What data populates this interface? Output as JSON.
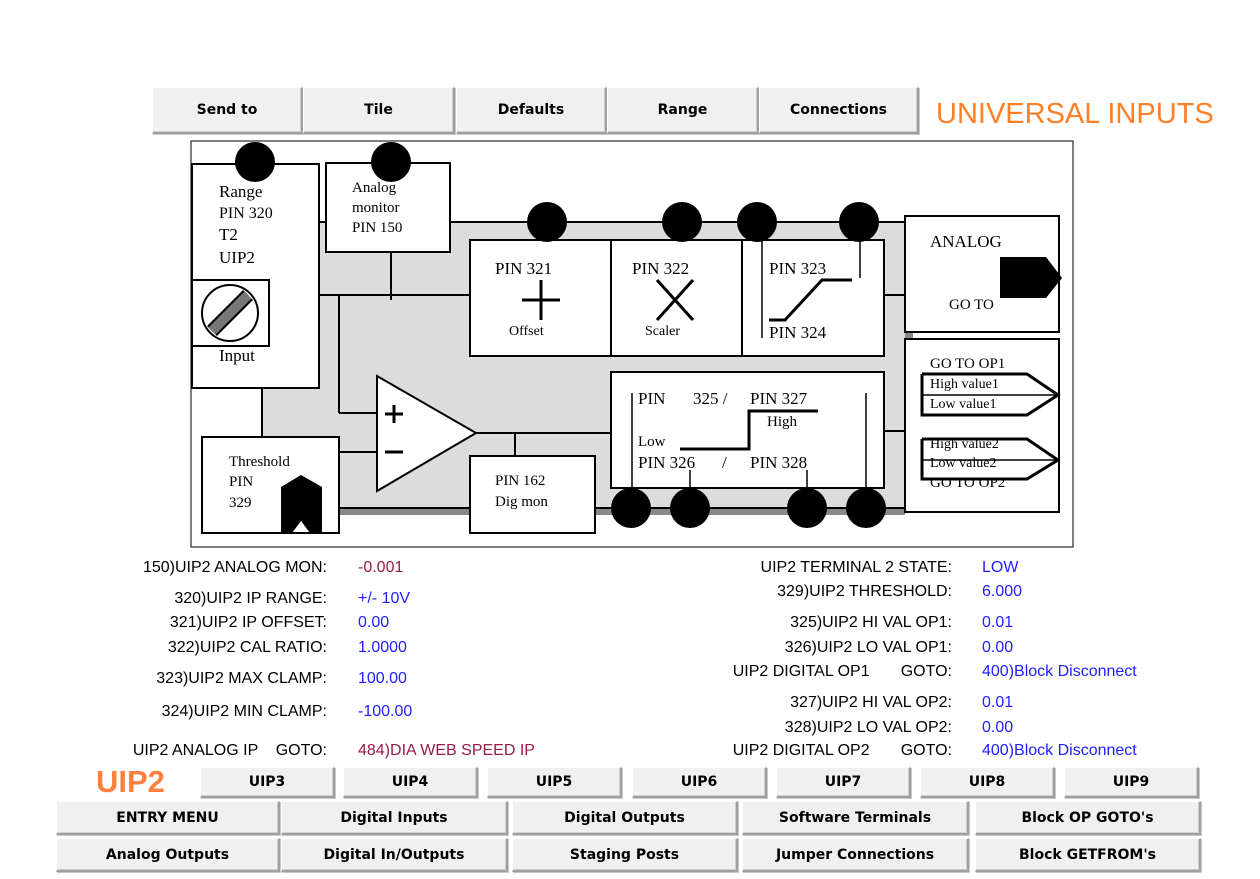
{
  "toolbar": {
    "buttons": [
      "Send to",
      "Tile",
      "Defaults",
      "Range",
      "Connections"
    ]
  },
  "page_title": "UNIVERSAL INPUTS",
  "diagram": {
    "range_box": [
      "Range",
      "PIN 320",
      "T2",
      "UIP2"
    ],
    "input_label": "Input",
    "analog_monitor": [
      "Analog",
      "monitor",
      "PIN 150"
    ],
    "offset": {
      "pin": "PIN 321",
      "label": "Offset"
    },
    "scaler": {
      "pin": "PIN 322",
      "label": "Scaler"
    },
    "clamp": {
      "pin_max": "PIN 323",
      "pin_min": "PIN 324"
    },
    "analog_goto": {
      "title": "ANALOG",
      "label": "GO TO"
    },
    "threshold": [
      "Threshold",
      "PIN",
      "329"
    ],
    "dig_mon": [
      "PIN 162",
      "Dig mon"
    ],
    "hilo": {
      "pin": "PIN",
      "p325": "325 /",
      "p327": "PIN 327",
      "high": "High",
      "low": "Low",
      "p326": "PIN 326",
      "slash": "/",
      "p328": "PIN 328"
    },
    "digital_goto": {
      "op1": "GO TO OP1",
      "high1": "High value1",
      "low1": "Low value1",
      "high2": "High value2",
      "low2": "Low value2",
      "op2": "GO TO OP2"
    }
  },
  "params_left": [
    {
      "label": "150)UIP2 ANALOG MON:",
      "value": "-0.001",
      "color": "#9a1a4a"
    },
    {
      "label": "320)UIP2 IP RANGE:",
      "value": "+/- 10V",
      "color": "#2020ff"
    },
    {
      "label": "321)UIP2 IP OFFSET:",
      "value": "0.00",
      "color": "#2020ff"
    },
    {
      "label": "322)UIP2 CAL RATIO:",
      "value": "1.0000",
      "color": "#2020ff"
    },
    {
      "label": "323)UIP2 MAX CLAMP:",
      "value": "100.00",
      "color": "#2020ff"
    },
    {
      "label": "324)UIP2 MIN CLAMP:",
      "value": "-100.00",
      "color": "#2020ff"
    },
    {
      "label": "UIP2 ANALOG IP    GOTO:",
      "value": "484)DIA WEB SPEED IP",
      "color": "#9a1a4a"
    }
  ],
  "params_right": [
    {
      "label": "UIP2 TERMINAL 2 STATE:",
      "value": "LOW"
    },
    {
      "label": "329)UIP2 THRESHOLD:",
      "value": "6.000"
    },
    {
      "label": "325)UIP2 HI VAL OP1:",
      "value": "0.01"
    },
    {
      "label": "326)UIP2 LO VAL OP1:",
      "value": "0.00"
    },
    {
      "label": "UIP2 DIGITAL OP1       GOTO:",
      "value": "400)Block Disconnect"
    },
    {
      "label": "327)UIP2 HI VAL OP2:",
      "value": "0.01"
    },
    {
      "label": "328)UIP2 LO VAL OP2:",
      "value": "0.00"
    },
    {
      "label": "UIP2 DIGITAL OP2       GOTO:",
      "value": "400)Block Disconnect"
    }
  ],
  "uip_nav": {
    "current": "UIP2",
    "buttons": [
      "UIP3",
      "UIP4",
      "UIP5",
      "UIP6",
      "UIP7",
      "UIP8",
      "UIP9"
    ]
  },
  "menu_row1": [
    "ENTRY MENU",
    "Digital Inputs",
    "Digital Outputs",
    "Software Terminals",
    "Block OP GOTO's"
  ],
  "menu_row2": [
    "Analog Outputs",
    "Digital In/Outputs",
    "Staging Posts",
    "Jumper Connections",
    "Block GETFROM's"
  ],
  "colors": {
    "accent_orange": "#ff7f27",
    "value_blue": "#2020ff",
    "value_maroon": "#9a1a4a",
    "diagram_shade": "#dcdcdc"
  }
}
